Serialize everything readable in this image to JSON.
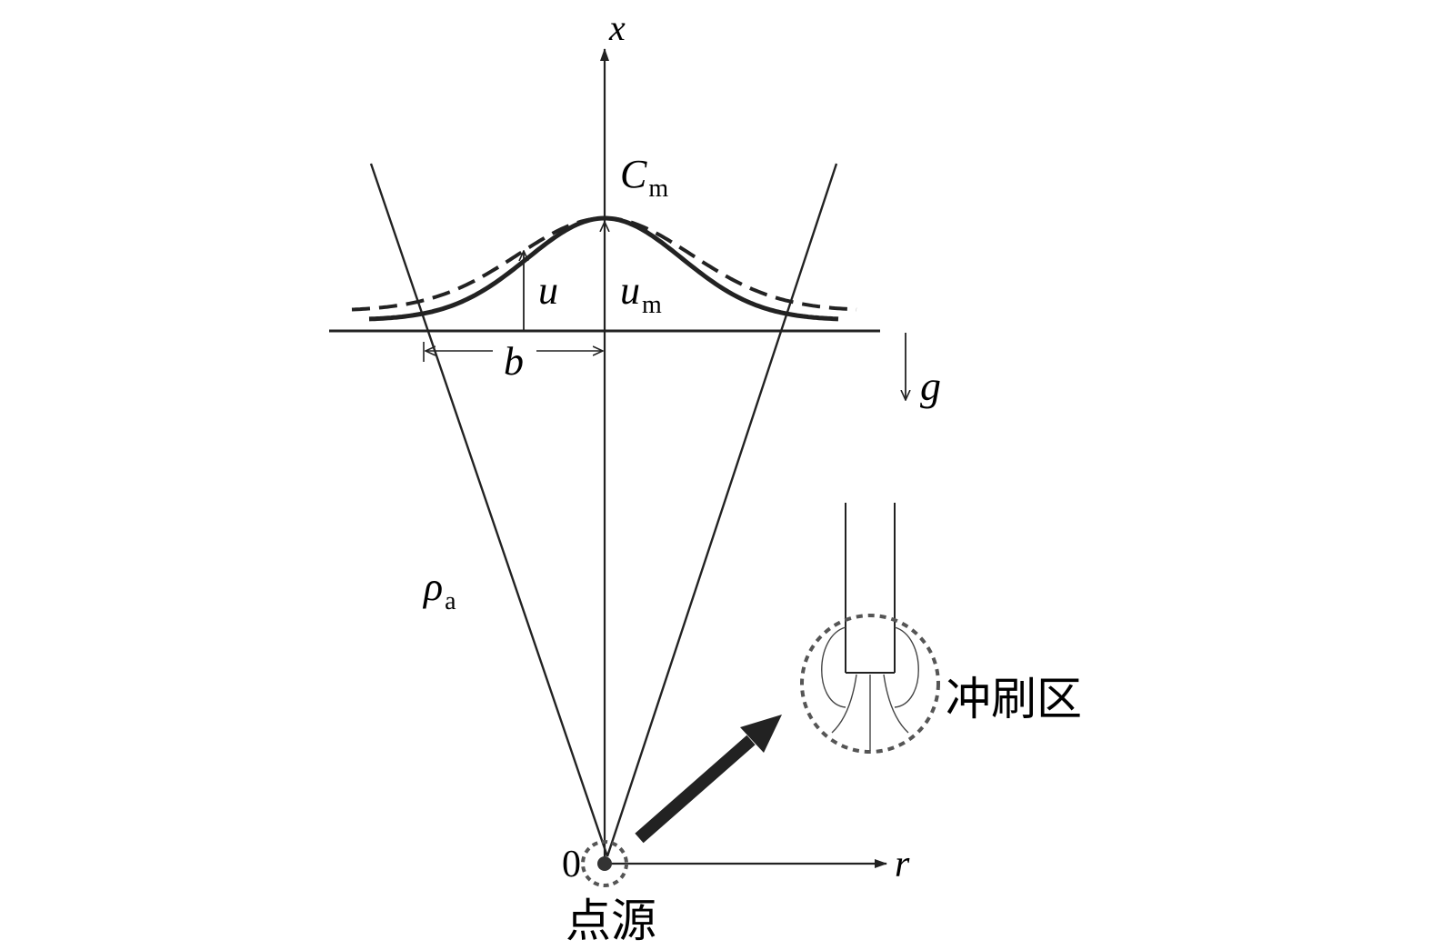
{
  "labels": {
    "x_axis": "x",
    "r_axis": "r",
    "origin": "0",
    "c_main": "C",
    "c_sub": "m",
    "u": "u",
    "u_main": "u",
    "u_sub": "m",
    "b": "b",
    "g": "g",
    "rho_main": "ρ",
    "rho_sub": "a",
    "scour_zone": "冲刷区",
    "point_source": "点源"
  }
}
